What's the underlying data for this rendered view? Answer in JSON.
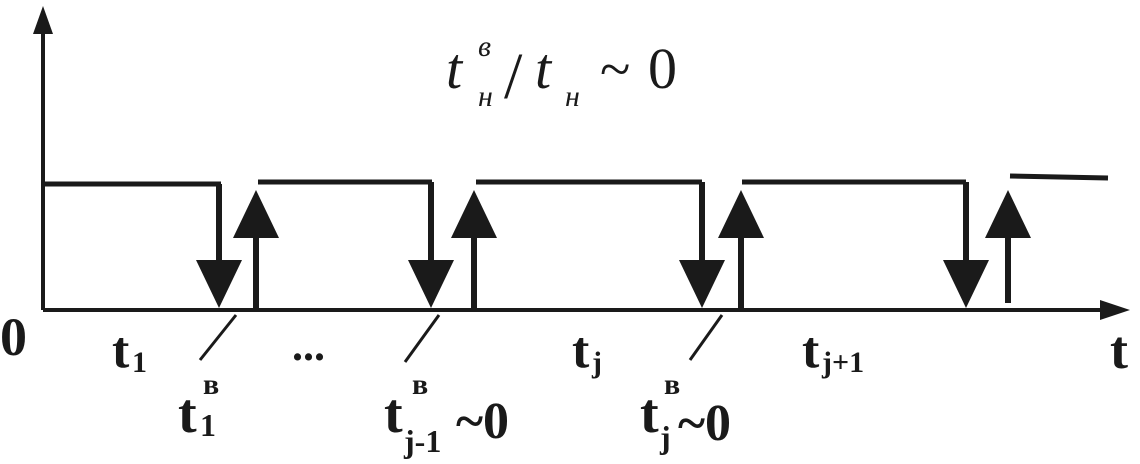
{
  "formula": {
    "t": "t",
    "sup": "в",
    "sub1": "н",
    "slash": "/",
    "sub2": "н",
    "tilde": "~",
    "zero": "0"
  },
  "axis": {
    "origin_label": "0",
    "time_label": "t"
  },
  "interval_labels": {
    "t1": {
      "base": "t",
      "sub": "1"
    },
    "tj": {
      "base": "t",
      "sub": "j"
    },
    "tj1": {
      "base": "t",
      "sub": "j+1"
    },
    "ellipsis": "..."
  },
  "recovery_labels": {
    "r1": {
      "base": "t",
      "sup": "в",
      "sub": "1",
      "suffix": ""
    },
    "rjm1": {
      "base": "t",
      "sup": "в",
      "sub": "j-1",
      "suffix": "~0"
    },
    "rj": {
      "base": "t",
      "sup": "в",
      "sub": "j",
      "suffix": "~0"
    }
  },
  "colors": {
    "ink": "#1a1a1a",
    "background": "#ffffff"
  }
}
